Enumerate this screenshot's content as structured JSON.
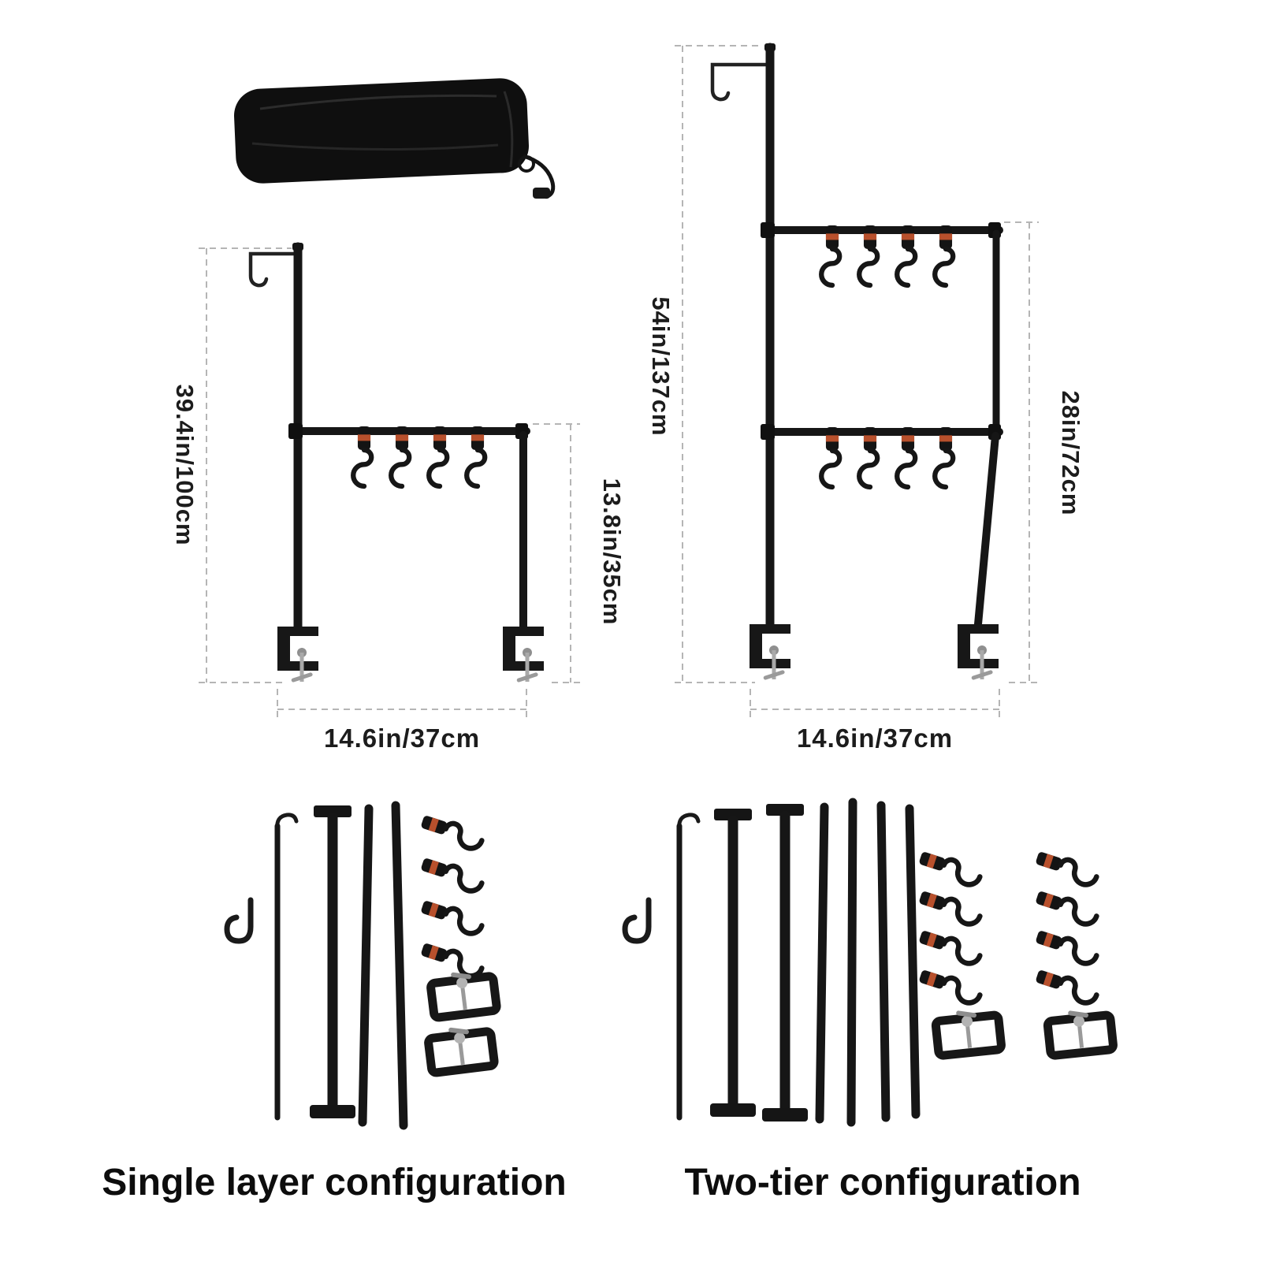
{
  "page": {
    "background": "#ffffff"
  },
  "palette": {
    "product_black": "#161616",
    "strap_accent": "#b8502c",
    "metal": "#a9a9a9",
    "dimension_line": "#b5b5b5",
    "text": "#1a1a1a"
  },
  "diagrams": {
    "single_rack": {
      "name": "single-layer hanging rack",
      "hooks": 4,
      "clamps": 2,
      "dims": {
        "height": "39.4in/100cm",
        "hang_height": "13.8in/35cm",
        "width": "14.6in/37cm"
      }
    },
    "two_tier_rack": {
      "name": "two-tier hanging rack",
      "hooks": 8,
      "clamps": 2,
      "dims": {
        "height": "54in/137cm",
        "tier_height": "28in/72cm",
        "width": "14.6in/37cm"
      }
    }
  },
  "kits": {
    "single": {
      "label": "Single layer configuration",
      "poles": 4,
      "strap_hooks": 4,
      "clamps": 2
    },
    "two_tier": {
      "label": "Two-tier configuration",
      "poles": 7,
      "strap_hooks": 8,
      "clamps": 2
    }
  }
}
